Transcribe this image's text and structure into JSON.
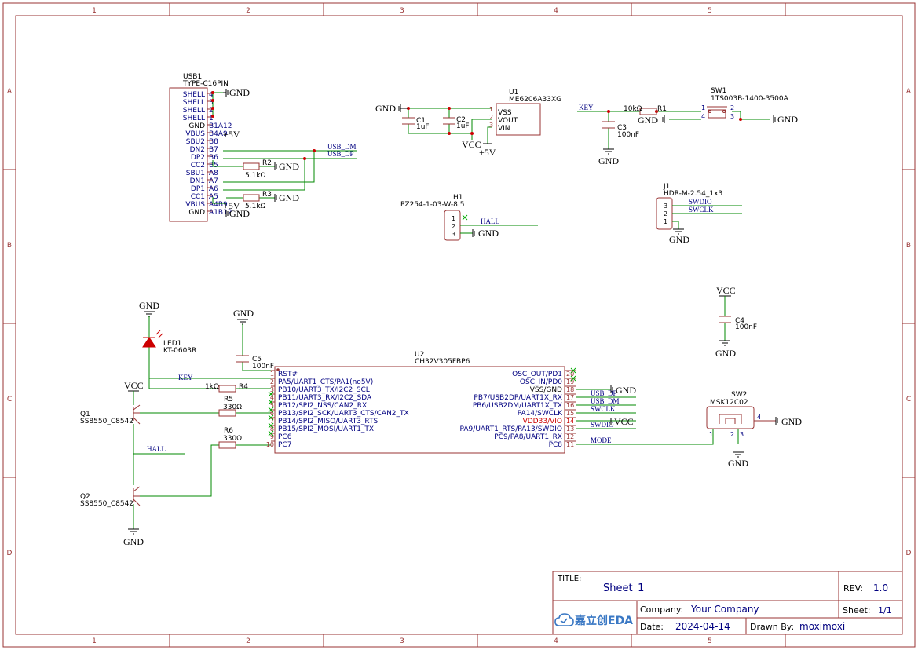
{
  "frame": {
    "columns": [
      "1",
      "2",
      "3",
      "4",
      "5"
    ],
    "rows": [
      "A",
      "B",
      "C",
      "D"
    ],
    "colors": {
      "border": "#993333",
      "wire": "#008800",
      "pin": "#993333",
      "label": "#000080",
      "net": "#000000",
      "power_net": "#cc0000"
    }
  },
  "title_block": {
    "title_label": "TITLE:",
    "title_value": "Sheet_1",
    "rev_label": "REV:",
    "rev_value": "1.0",
    "company_label": "Company:",
    "company_value": "Your Company",
    "sheet_label": "Sheet:",
    "sheet_value": "1/1",
    "date_label": "Date:",
    "date_value": "2024-04-14",
    "drawn_label": "Drawn By:",
    "drawn_value": "moximoxi",
    "logo_text": "嘉立创EDA"
  },
  "usb1": {
    "ref": "USB1",
    "part": "TYPE-C16PIN",
    "pin_names": [
      "SHELL",
      "SHELL",
      "SHELL",
      "SHELL",
      "GND",
      "VBUS",
      "SBU2",
      "DN2",
      "DP2",
      "CC2",
      "SBU1",
      "DN1",
      "DP1",
      "CC1",
      "VBUS",
      "GND"
    ],
    "pin_numbers": [
      "4",
      "3",
      "2",
      "1",
      "B1A12",
      "B4A9",
      "B8",
      "B7",
      "B6",
      "B5",
      "A8",
      "A7",
      "A6",
      "A5",
      "A4B9",
      "A1B12"
    ]
  },
  "nets": {
    "gnd": "GND",
    "vcc": "VCC",
    "p5v": "+5V",
    "usb_dm": "USB_DM",
    "usb_dp": "USB_DP",
    "key": "KEY",
    "hall": "HALL",
    "swdio": "SWDIO",
    "swclk": "SWCLK",
    "mode": "MODE"
  },
  "r2": {
    "ref": "R2",
    "value": "5.1kΩ"
  },
  "r3": {
    "ref": "R3",
    "value": "5.1kΩ"
  },
  "c1": {
    "ref": "C1",
    "value": "1uF"
  },
  "c2": {
    "ref": "C2",
    "value": "1uF"
  },
  "u1": {
    "ref": "U1",
    "part": "ME6206A33XG",
    "pin_names": [
      "VSS",
      "VOUT",
      "VIN"
    ],
    "pin_numbers": [
      "1",
      "2",
      "3"
    ]
  },
  "r1": {
    "ref": "R1",
    "value": "10kΩ"
  },
  "c3": {
    "ref": "C3",
    "value": "100nF"
  },
  "sw1": {
    "ref": "SW1",
    "part": "1TS003B-1400-3500A",
    "pins": [
      "1",
      "2",
      "3",
      "4"
    ]
  },
  "h1": {
    "ref": "H1",
    "part": "PZ254-1-03-W-8.5",
    "pins": [
      "1",
      "2",
      "3"
    ]
  },
  "j1": {
    "ref": "J1",
    "part": "HDR-M-2.54_1x3",
    "pins": [
      "3",
      "2",
      "1"
    ]
  },
  "c4": {
    "ref": "C4",
    "value": "100nF"
  },
  "led1": {
    "ref": "LED1",
    "part": "KT-0603R"
  },
  "c5": {
    "ref": "C5",
    "value": "100nF"
  },
  "r4": {
    "ref": "R4",
    "value": "1kΩ"
  },
  "r5": {
    "ref": "R5",
    "value": "330Ω"
  },
  "r6": {
    "ref": "R6",
    "value": "330Ω"
  },
  "q1": {
    "ref": "Q1",
    "part": "SS8550_C8542"
  },
  "q2": {
    "ref": "Q2",
    "part": "SS8550_C8542"
  },
  "u2": {
    "ref": "U2",
    "part": "CH32V305FBP6",
    "left_pins": [
      {
        "num": "1",
        "name": "RST#"
      },
      {
        "num": "2",
        "name": "PA5/UART1_CTS/PA1(no5V)"
      },
      {
        "num": "3",
        "name": "PB10/UART3_TX/I2C2_SCL"
      },
      {
        "num": "4",
        "name": "PB11/UART3_RX/I2C2_SDA"
      },
      {
        "num": "5",
        "name": "PB12/SPI2_NSS/CAN2_RX"
      },
      {
        "num": "6",
        "name": "PB13/SPI2_SCK/UART3_CTS/CAN2_TX"
      },
      {
        "num": "7",
        "name": "PB14/SPI2_MISO/UART3_RTS"
      },
      {
        "num": "8",
        "name": "PB15/SPI2_MOSI/UART1_TX"
      },
      {
        "num": "9",
        "name": "PC6"
      },
      {
        "num": "10",
        "name": "PC7"
      }
    ],
    "right_pins": [
      {
        "num": "20",
        "name": "OSC_OUT/PD1"
      },
      {
        "num": "19",
        "name": "OSC_IN/PD0"
      },
      {
        "num": "18",
        "name": "VSS/GND"
      },
      {
        "num": "17",
        "name": "PB7/USB2DP/UART1X_RX"
      },
      {
        "num": "16",
        "name": "PB6/USB2DM/UART1X_TX"
      },
      {
        "num": "15",
        "name": "PA14/SWCLK"
      },
      {
        "num": "14",
        "name": "VDD33/VIO"
      },
      {
        "num": "13",
        "name": "PA9/UART1_RTS/PA13/SWDIO"
      },
      {
        "num": "12",
        "name": "PC9/PA8/UART1_RX"
      },
      {
        "num": "11",
        "name": "PC8"
      }
    ]
  },
  "sw2": {
    "ref": "SW2",
    "part": "MSK12C02",
    "pins": [
      "1",
      "2",
      "3",
      "4"
    ]
  }
}
